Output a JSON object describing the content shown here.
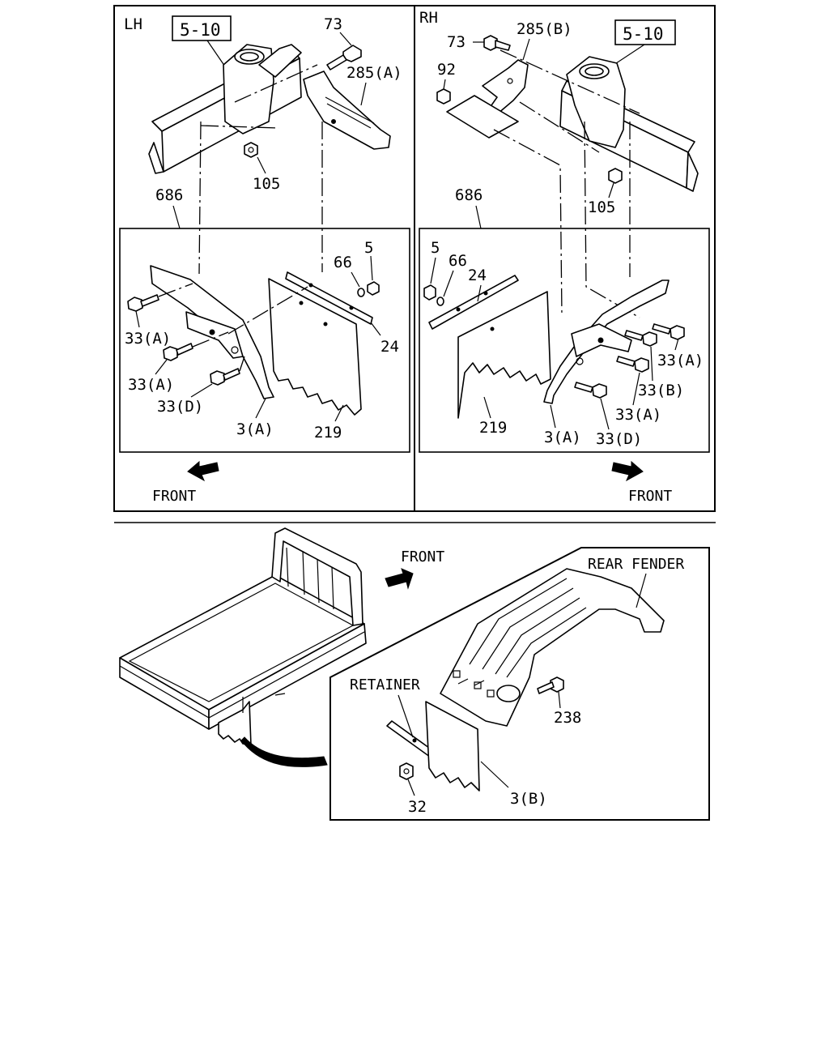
{
  "lh_panel": {
    "side_label": "LH",
    "ref_box": "5-10",
    "front_label": "FRONT",
    "labels": {
      "bolt_top": "73",
      "bracket": "285(A)",
      "nut_frame": "105",
      "assembly": "686",
      "nut": "5",
      "washer": "66",
      "retainer": "24",
      "bolt_a1": "33(A)",
      "bolt_a2": "33(A)",
      "bolt_d": "33(D)",
      "mud_bracket": "3(A)",
      "mudflap": "219"
    }
  },
  "rh_panel": {
    "side_label": "RH",
    "ref_box": "5-10",
    "front_label": "FRONT",
    "labels": {
      "bolt_top": "73",
      "bracket": "285(B)",
      "nut_92": "92",
      "nut_frame": "105",
      "assembly": "686",
      "nut": "5",
      "washer": "66",
      "retainer": "24",
      "bolt_a1": "33(A)",
      "bolt_b": "33(B)",
      "bolt_a2": "33(A)",
      "bolt_d": "33(D)",
      "mud_bracket": "3(A)",
      "mudflap": "219"
    }
  },
  "bottom_panel": {
    "front_label": "FRONT",
    "rear_fender_label": "REAR FENDER",
    "retainer_label": "RETAINER",
    "labels": {
      "bolt": "238",
      "nut": "32",
      "mud_bracket": "3(B)"
    }
  }
}
